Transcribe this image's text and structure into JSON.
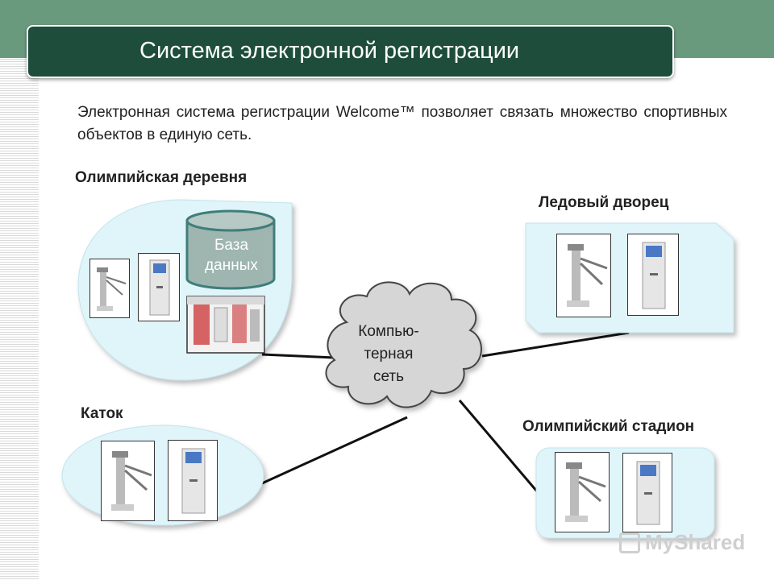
{
  "slide": {
    "title": "Система электронной регистрации",
    "intro": "Электронная система регистрации Welcome™ позволяет связать множество спортивных объектов в единую сеть."
  },
  "nodes": {
    "village": "Олимпийская деревня",
    "ice_palace": "Ледовый дворец",
    "rink": "Каток",
    "stadium": "Олимпийский стадион",
    "database_line1": "База",
    "database_line2": "данных",
    "network_line1": "Компью-",
    "network_line2": "терная",
    "network_line3": "сеть"
  },
  "watermark": "MyShared",
  "colors": {
    "header_band": "#6a9a7e",
    "title_bar": "#1e4d3c",
    "zone_fill": "#dff5fa",
    "database": "#9fb5b0",
    "cloud": "#d6d6d6"
  }
}
